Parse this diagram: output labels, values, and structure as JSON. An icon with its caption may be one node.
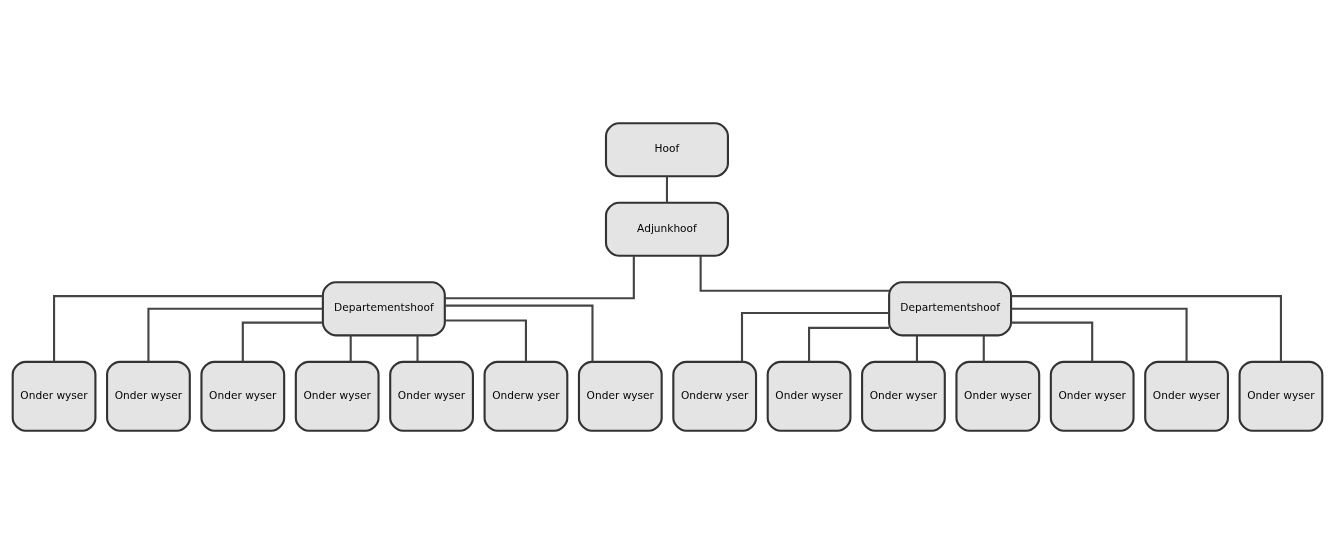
{
  "diagram": {
    "nodes": [
      {
        "text": [
          "Hoof"
        ]
      },
      {
        "text": [
          "Adjunkhoof"
        ]
      },
      {
        "text": [
          "Departementshoof"
        ]
      },
      {
        "text": [
          "Departementshoof"
        ]
      },
      {
        "text": [
          "Onder wyser"
        ]
      },
      {
        "text": [
          "Onder wyser"
        ]
      },
      {
        "text": [
          "Onder wyser"
        ]
      },
      {
        "text": [
          "Onder wyser"
        ]
      },
      {
        "text": [
          "Onder wyser"
        ]
      },
      {
        "text": [
          "Onderw yser"
        ]
      },
      {
        "text": [
          "Onder wyser"
        ]
      },
      {
        "text": [
          "Onderw yser"
        ]
      },
      {
        "text": [
          "Onder wyser"
        ]
      },
      {
        "text": [
          "Onder wyser"
        ]
      },
      {
        "text": [
          "Onder wyser"
        ]
      },
      {
        "text": [
          "Onder wyser"
        ]
      },
      {
        "text": [
          "Onder wyser"
        ]
      },
      {
        "text": [
          "Onder wyser"
        ]
      }
    ],
    "edges": [
      {
        "from": 0,
        "to": 1,
        "arrow": "none"
      },
      {
        "from": 1,
        "to": 2,
        "arrow": "none"
      },
      {
        "from": 1,
        "to": 3,
        "arrow": "none"
      },
      {
        "from": 2,
        "to": 4,
        "arrow": "none"
      },
      {
        "from": 2,
        "to": 5,
        "arrow": "none"
      },
      {
        "from": 2,
        "to": 6,
        "arrow": "none"
      },
      {
        "from": 2,
        "to": 7,
        "arrow": "none"
      },
      {
        "from": 2,
        "to": 8,
        "arrow": "none"
      },
      {
        "from": 2,
        "to": 9,
        "arrow": "none"
      },
      {
        "from": 2,
        "to": 10,
        "arrow": "none"
      },
      {
        "from": 3,
        "to": 11,
        "arrow": "none"
      },
      {
        "from": 3,
        "to": 12,
        "arrow": "none"
      },
      {
        "from": 3,
        "to": 13,
        "arrow": "none"
      },
      {
        "from": 3,
        "to": 14,
        "arrow": "none"
      },
      {
        "from": 3,
        "to": 15,
        "arrow": "none"
      },
      {
        "from": 3,
        "to": 16,
        "arrow": "none"
      },
      {
        "from": 3,
        "to": 17,
        "arrow": "none"
      }
    ]
  }
}
